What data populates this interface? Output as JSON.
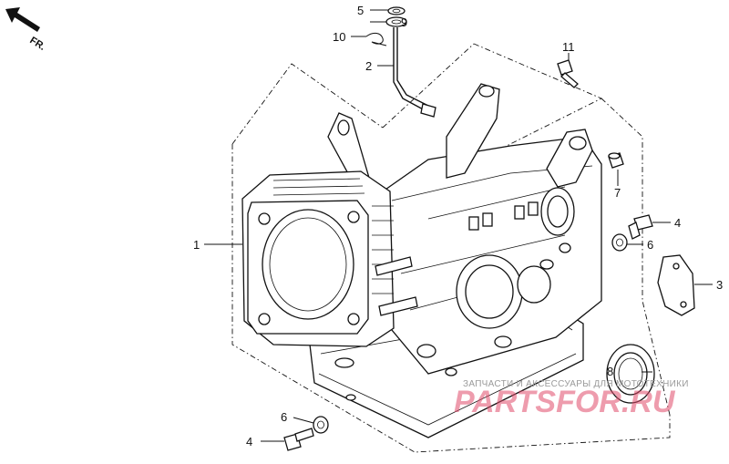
{
  "direction_label": "FR.",
  "callouts": {
    "c1": "1",
    "c2": "2",
    "c3": "3",
    "c4a": "4",
    "c4b": "4",
    "c5": "5",
    "c6a": "6",
    "c6b": "6",
    "c7": "7",
    "c8": "8",
    "c9": "9",
    "c10": "10",
    "c11": "11"
  },
  "watermark": {
    "caption": "ЗАПЧАСТИ И АКСЕССУАРЫ ДЛЯ МОТОТЕХНИКИ",
    "logo": "PARTSFOR.RU"
  },
  "colors": {
    "line": "#111111",
    "watermark": "#e04a6a"
  }
}
